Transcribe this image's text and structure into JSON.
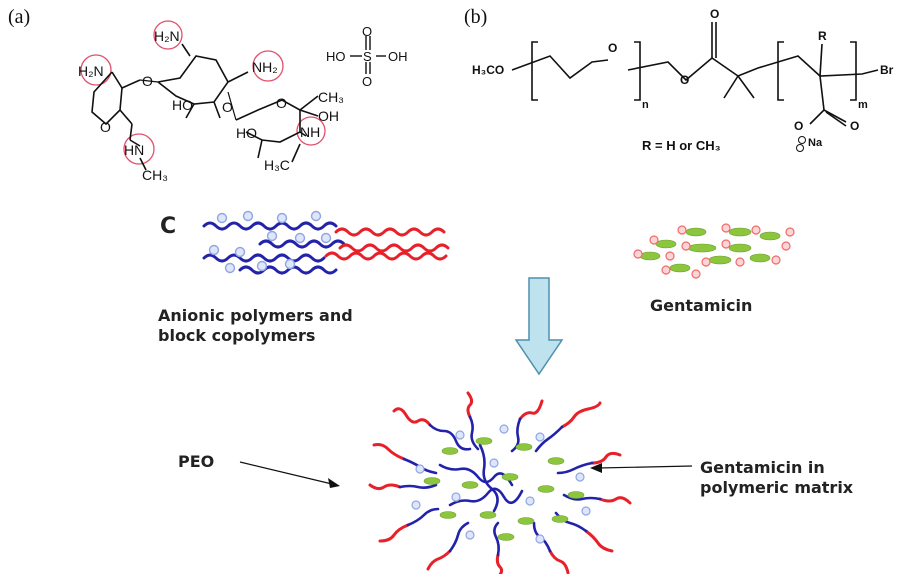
{
  "panels": {
    "a": {
      "label": "(a)",
      "groups": {
        "nh2_top": "H₂N",
        "nh2_left": "H₂N",
        "nh2_mid": "NH₂",
        "hn_bottom": "HN",
        "nh_right": "NH",
        "oh_1": "HO",
        "oh_2": "HO",
        "oh_3": "OH",
        "ch3_1": "CH₃",
        "ch3_2": "CH₃",
        "h3c": "H₃C",
        "o_1": "O",
        "o_2": "O",
        "o_3": "O",
        "o_4": "O",
        "sulfate_ho": "HO",
        "sulfate_s": "S",
        "sulfate_oh": "OH",
        "sulfate_o_top": "O",
        "sulfate_o_bottom": "O"
      }
    },
    "b": {
      "label": "(b)",
      "groups": {
        "h3co": "H₃CO",
        "o_chain": "O",
        "n_sub": "n",
        "o_ester": "O",
        "o_carbonyl": "O",
        "r_top": "R",
        "m_sub": "m",
        "br": "Br",
        "o_carboxyl": "O",
        "o_minus": "O",
        "na": "Na",
        "r_def": "R = H or CH₃"
      }
    },
    "c": {
      "label": "C",
      "polymers_caption_1": "Anionic polymers and",
      "polymers_caption_2": "block copolymers",
      "gentamicin_caption": "Gentamicin",
      "peo_label": "PEO",
      "matrix_label_1": "Gentamicin in",
      "matrix_label_2": "polymeric matrix"
    }
  },
  "colors": {
    "polymer_blue": "#2222aa",
    "peo_red": "#e8202a",
    "gentamicin_green": "#8cc63f",
    "anion_bead": "#8fa6e0",
    "cation_bead": "#f26a6a",
    "arrow_fill": "#bfe3ee",
    "highlight_circle": "#e0506a"
  }
}
